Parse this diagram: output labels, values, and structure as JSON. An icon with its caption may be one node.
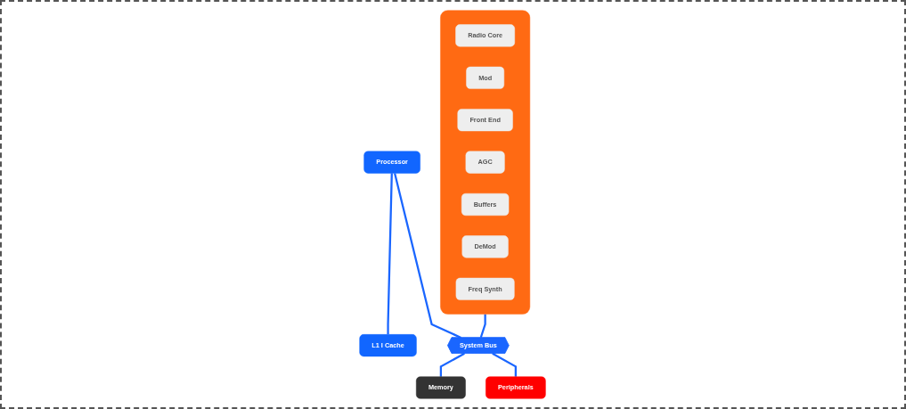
{
  "diagram": {
    "nodes": [
      {
        "text": [
          "Processor"
        ]
      },
      {
        "text": [
          "L1 I Cache"
        ]
      },
      {
        "text": [],
        "shape": "box"
      },
      {
        "text": [
          "Radio Core"
        ],
        "in": 2
      },
      {
        "text": [
          "Mod"
        ],
        "in": 2
      },
      {
        "text": [
          "Front End"
        ],
        "in": 2
      },
      {
        "text": [
          "AGC"
        ],
        "in": 2
      },
      {
        "text": [
          "Buffers"
        ],
        "in": 2
      },
      {
        "text": [
          "DeMod"
        ],
        "in": 2
      },
      {
        "text": [
          "Freq Synth"
        ],
        "in": 2
      },
      {
        "text": [
          "System Bus"
        ]
      },
      {
        "text": [
          "Memory"
        ]
      },
      {
        "text": [
          "Peripherals"
        ]
      }
    ],
    "edges": [
      {
        "from": 0,
        "to": 1,
        "arrow": "none"
      },
      {
        "from": 0,
        "to": 10,
        "arrow": "none"
      },
      {
        "from": 2,
        "to": 10,
        "arrow": "none"
      },
      {
        "from": 10,
        "to": 11,
        "arrow": "none"
      },
      {
        "from": 10,
        "to": 12,
        "arrow": "none"
      }
    ]
  }
}
